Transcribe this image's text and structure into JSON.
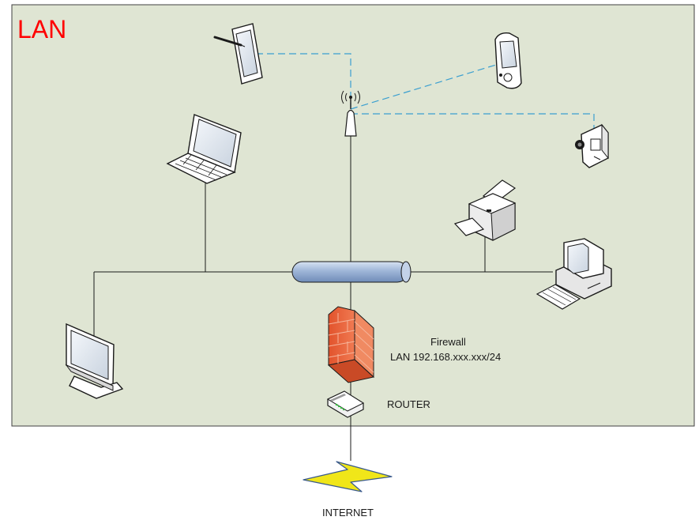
{
  "zone": {
    "label": "LAN",
    "label_color": "#ff0000",
    "fill": "#dfe5d3",
    "border": "#404040"
  },
  "labels": {
    "firewall": "Firewall",
    "subnet": "LAN 192.168.xxx.xxx/24",
    "router": "ROUTER",
    "internet": "INTERNET"
  },
  "colors": {
    "wired": "#1a1a1a",
    "wireless": "#3a9fd0",
    "switch": "#9fb6d8",
    "firewall": "#e9603a",
    "lightning": "#f0e619"
  },
  "icons": [
    "tablet-pen-icon",
    "pda-icon",
    "wireless-access-point-icon",
    "camcorder-icon",
    "laptop-icon",
    "printer-icon",
    "desktop-computer-icon",
    "monitor-icon",
    "hub-switch-icon",
    "firewall-icon",
    "router-icon",
    "lightning-icon"
  ]
}
